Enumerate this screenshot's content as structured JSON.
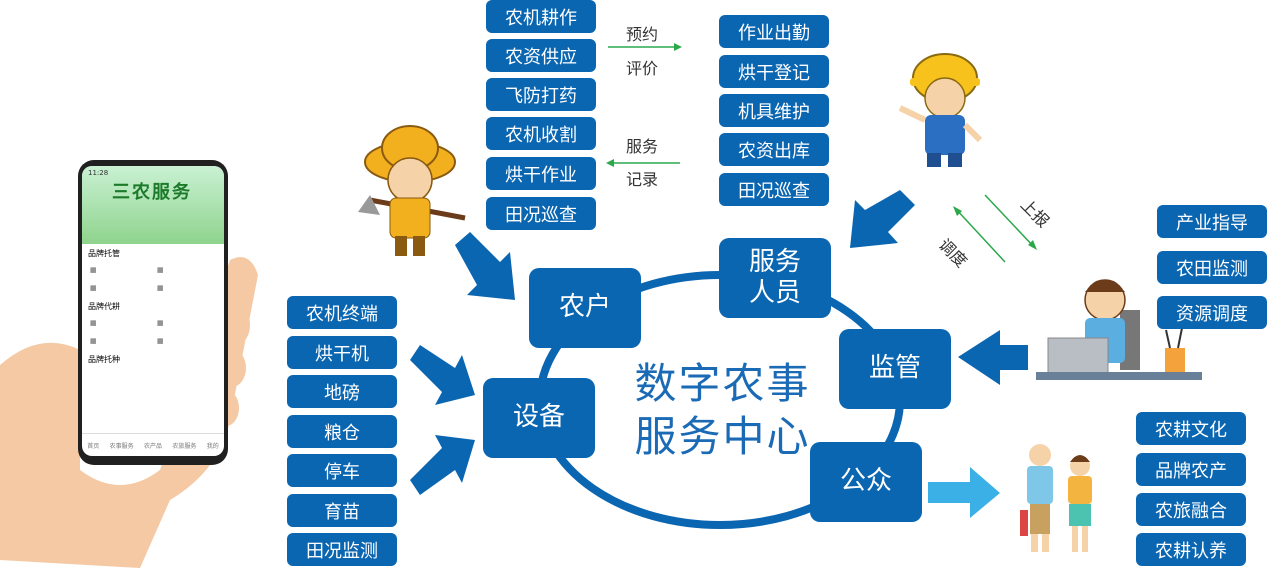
{
  "center": {
    "line1": "数字农事",
    "line2": "服务中心"
  },
  "hubs": {
    "farmer": "农户",
    "service": [
      "服务",
      "人员"
    ],
    "supervision": "监管",
    "public": "公众",
    "device": "设备"
  },
  "farmer_services": [
    "农机耕作",
    "农资供应",
    "飞防打药",
    "农机收割",
    "烘干作业",
    "田况巡查"
  ],
  "staff_tasks": [
    "作业出勤",
    "烘干登记",
    "机具维护",
    "农资出库",
    "田况巡查"
  ],
  "devices": [
    "农机终端",
    "烘干机",
    "地磅",
    "粮仓",
    "停车",
    "育苗",
    "田况监测"
  ],
  "supervision_items": [
    "产业指导",
    "农田监测",
    "资源调度"
  ],
  "public_items": [
    "农耕文化",
    "品牌农产",
    "农旅融合",
    "农耕认养"
  ],
  "arrow_labels": {
    "book": "预约",
    "rate": "评价",
    "service": "服务",
    "record": "记录",
    "report": "上报",
    "dispatch": "调度"
  },
  "phone": {
    "status": "11:28",
    "title": "三农服务",
    "sections": [
      "品牌托管",
      "品牌代耕",
      "品牌托种"
    ],
    "tabs": [
      "首页",
      "农事服务",
      "农产品",
      "农旅服务",
      "我的"
    ]
  },
  "colors": {
    "primary": "#0b66b2",
    "arrow": "#0b66b2",
    "public_arrow": "#3bb0e6",
    "green": "#2aa84a"
  }
}
